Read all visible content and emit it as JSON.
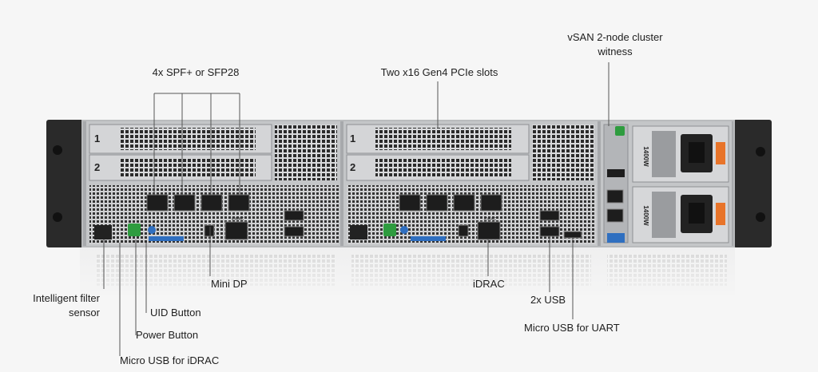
{
  "callouts": {
    "sfp": "4x SPF+ or SFP28",
    "pcie": "Two x16 Gen4 PCIe slots",
    "vsan_line1": "vSAN 2-node cluster",
    "vsan_line2": "witness",
    "mini_dp": "Mini DP",
    "filter_line1": "Intelligent filter",
    "filter_line2": "sensor",
    "uid_button": "UID Button",
    "power_button": "Power Button",
    "micro_usb_idrac": "Micro USB for iDRAC",
    "idrac": "iDRAC",
    "usb2x": "2x USB",
    "micro_usb_uart": "Micro USB for UART"
  },
  "chassis": {
    "slot_1": "1",
    "slot_2": "2",
    "slot_1b": "1",
    "slot_2b": "2",
    "idrac_port_label": "iDRAC",
    "idrac_port_label_b": "iDRAC",
    "psu_top": "1400W",
    "psu_bottom": "1400W"
  },
  "colors": {
    "background": "#f6f6f6",
    "chassis_dark": "#2a2a2a",
    "chassis_grey": "#b9bbbd",
    "accent_blue": "#2f6fc0",
    "power_green": "#2e9c3f",
    "psu_orange": "#e8742a",
    "leader_line": "#555555"
  }
}
